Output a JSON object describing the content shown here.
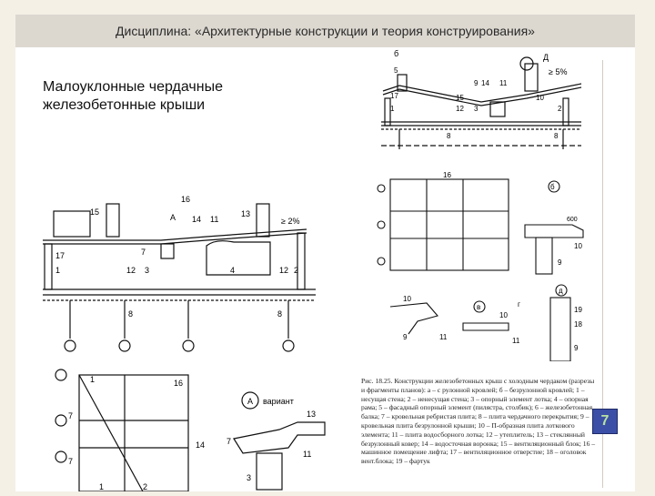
{
  "header": {
    "title": "Дисциплина: «Архитектурные конструкции и теория конструирования»"
  },
  "slide": {
    "heading": "Малоуклонные чердачные\nжелезобетонные крыши",
    "page_number": "7",
    "caption": "Рис. 18.25. Конструкции железобетонных крыш с холодным чердаком (разрезы и фрагменты планов): а – с рулонной кровлей; б – безрулонной кровлей; 1 – несущая стена; 2 – ненесущая стена; 3 – опорный элемент лотка; 4 – опорная рама; 5 – фасадный опорный элемент (пилястра, столбик); 6 – железобетонная балка; 7 – кровельная ребристая плита; 8 – плита чердачного перекрытия; 9 – кровельная плита безрулонной крыши; 10 – П-образная плита лоткового элемента; 11 – плита водосборного лотка; 12 – утеплитель; 13 – стеклянный безрулонный ковер; 14 – водосточная воронка; 15 – вентиляционный блок; 16 – машинное помещение лифта; 17 – вентиляционное отверстие; 18 – оголовок вент.блока; 19 – фартук"
  },
  "drawings": {
    "top_right": {
      "label_letter": "б",
      "label_d": "Д",
      "slope": "≥ 5%",
      "callouts": [
        "5",
        "14",
        "11",
        "9",
        "17",
        "1",
        "12",
        "3",
        "8",
        "15",
        "10",
        "2",
        "8"
      ]
    },
    "main_left": {
      "slope": "≥ 2%",
      "variant_letter": "А",
      "variant_label": "вариант",
      "callouts_top": [
        "16",
        "15",
        "А",
        "14",
        "11",
        "13"
      ],
      "callouts_mid": [
        "17",
        "7",
        "1",
        "12",
        "3",
        "4",
        "12",
        "2",
        "8",
        "8"
      ],
      "callouts_plan": [
        "1",
        "16",
        "7",
        "14",
        "7",
        "1",
        "2"
      ],
      "callouts_detail": [
        "13",
        "7",
        "11",
        "3"
      ]
    },
    "right_mid": {
      "label_b": "б",
      "label_v": "в",
      "label_g": "г",
      "label_d": "д",
      "dim": "600",
      "callouts": [
        "16",
        "10",
        "9",
        "10",
        "9",
        "11",
        "10",
        "19",
        "18",
        "11",
        "9"
      ]
    }
  }
}
